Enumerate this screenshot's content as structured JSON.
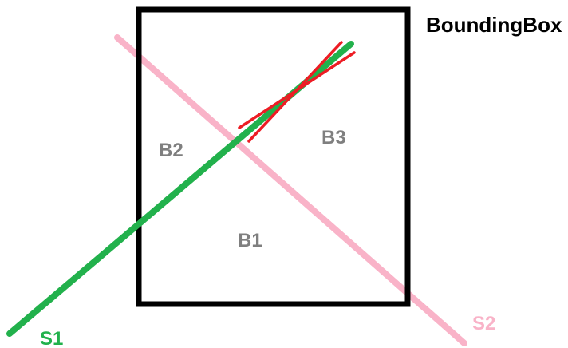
{
  "title": "BoundingBox",
  "regions": [
    {
      "id": "b1",
      "label": "B1"
    },
    {
      "id": "b2",
      "label": "B2"
    },
    {
      "id": "b3",
      "label": "B3"
    }
  ],
  "segments": [
    {
      "id": "s1",
      "label": "S1"
    },
    {
      "id": "s2",
      "label": "S2"
    }
  ],
  "colors": {
    "box": "#000000",
    "s1": "#22b14c",
    "s2": "#f9b3c8",
    "intersection": "#ed1c24",
    "region_text": "#7f7f7f",
    "title_text": "#000000"
  }
}
